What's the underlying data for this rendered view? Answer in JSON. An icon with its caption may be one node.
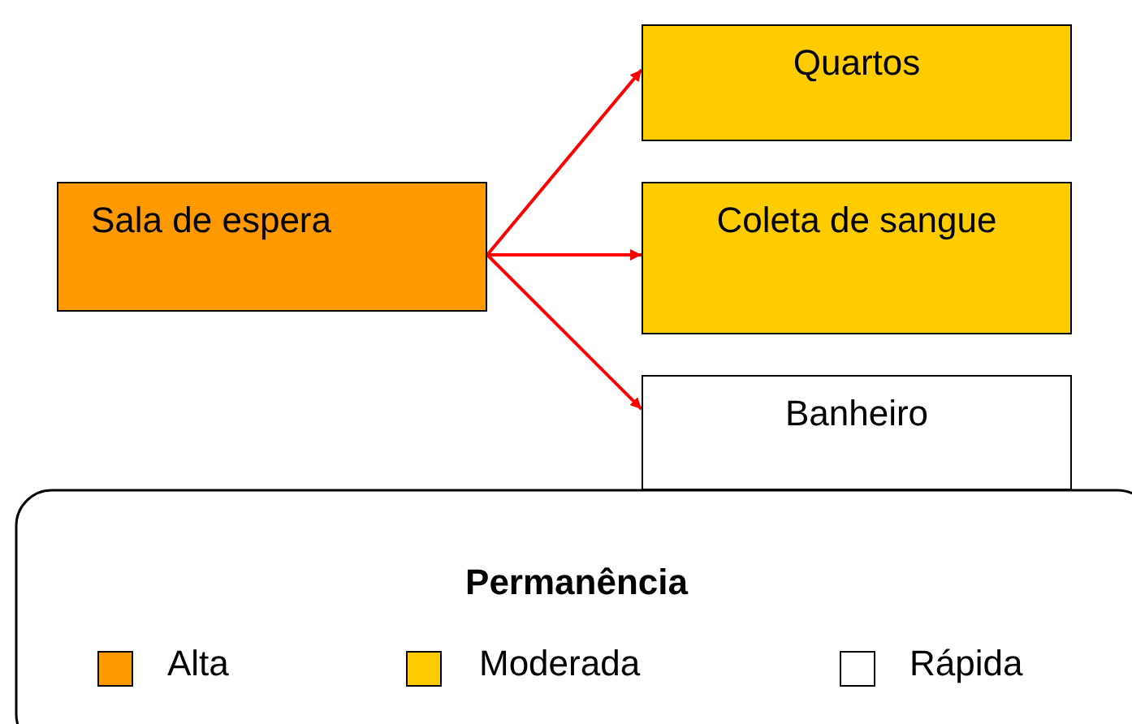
{
  "diagram": {
    "nodes": [
      {
        "text": [
          "Sala de espera"
        ]
      },
      {
        "text": [
          "Quartos"
        ]
      },
      {
        "text": [
          "Coleta de sangue"
        ]
      },
      {
        "text": [
          "Banheiro"
        ]
      }
    ],
    "edges": [
      {
        "from": 0,
        "to": 1,
        "arrow": "to"
      },
      {
        "from": 0,
        "to": 2,
        "arrow": "to"
      },
      {
        "from": 0,
        "to": 3,
        "arrow": "to"
      }
    ],
    "labels": [
      "Permanência"
    ],
    "legend": [
      {
        "text": "Alta",
        "color": "#ff9900"
      },
      {
        "text": "Moderada",
        "color": "#ffcc00"
      },
      {
        "text": "Rápida",
        "color": "#ffffff"
      }
    ]
  }
}
